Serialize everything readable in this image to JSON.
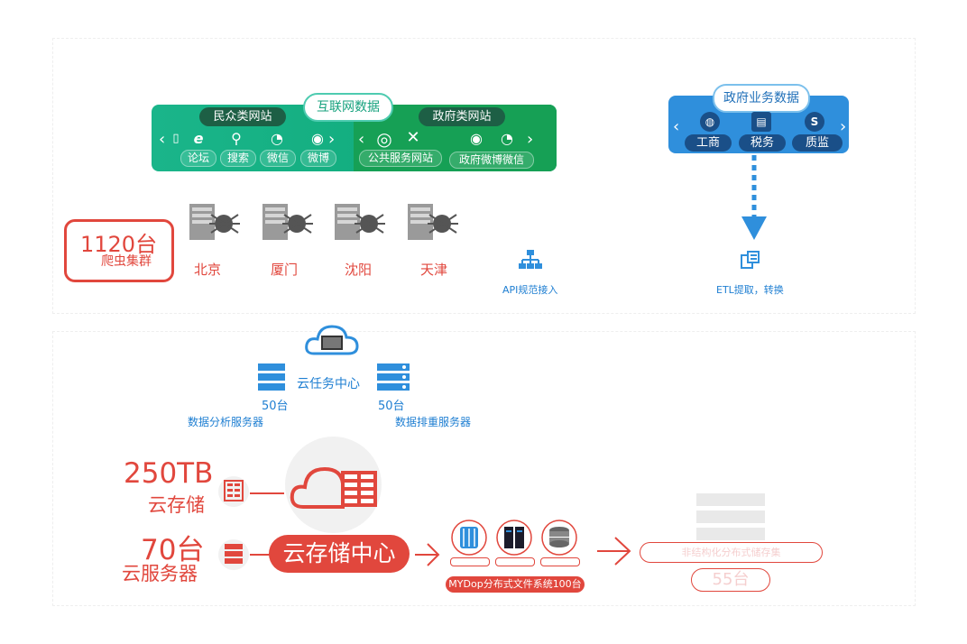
{
  "internet": {
    "title": "互联网数据",
    "civil_title": "民众类网站",
    "gov_title": "政府类网站",
    "civil_items": [
      "论坛",
      "搜索",
      "微信",
      "微博"
    ],
    "gov_items": [
      "公共服务网站",
      "政府微博微信"
    ]
  },
  "gov_business": {
    "title": "政府业务数据",
    "items": [
      "工商",
      "税务",
      "质监"
    ]
  },
  "crawler": {
    "count": "1120台",
    "label": "爬虫集群",
    "cities": [
      "北京",
      "厦门",
      "沈阳",
      "天津"
    ]
  },
  "api_label": "API规范接入",
  "etl_label": "ETL提取，转换",
  "cloud_task": {
    "title": "云任务中心",
    "left_count": "50台",
    "left_label": "数据分析服务器",
    "right_count": "50台",
    "right_label": "数据排重服务器"
  },
  "storage": {
    "capacity": "250TB",
    "capacity_label": "云存储",
    "servers": "70台",
    "servers_label": "云服务器",
    "center": "云存储中心",
    "mydop": "MYDop分布式文件系统100台",
    "dist_storage": "非结构化分布式储存集",
    "dist_count": "55台"
  },
  "colors": {
    "accent_red": "#e1473d",
    "green": "#14a97c",
    "blue": "#2f8fdc"
  }
}
